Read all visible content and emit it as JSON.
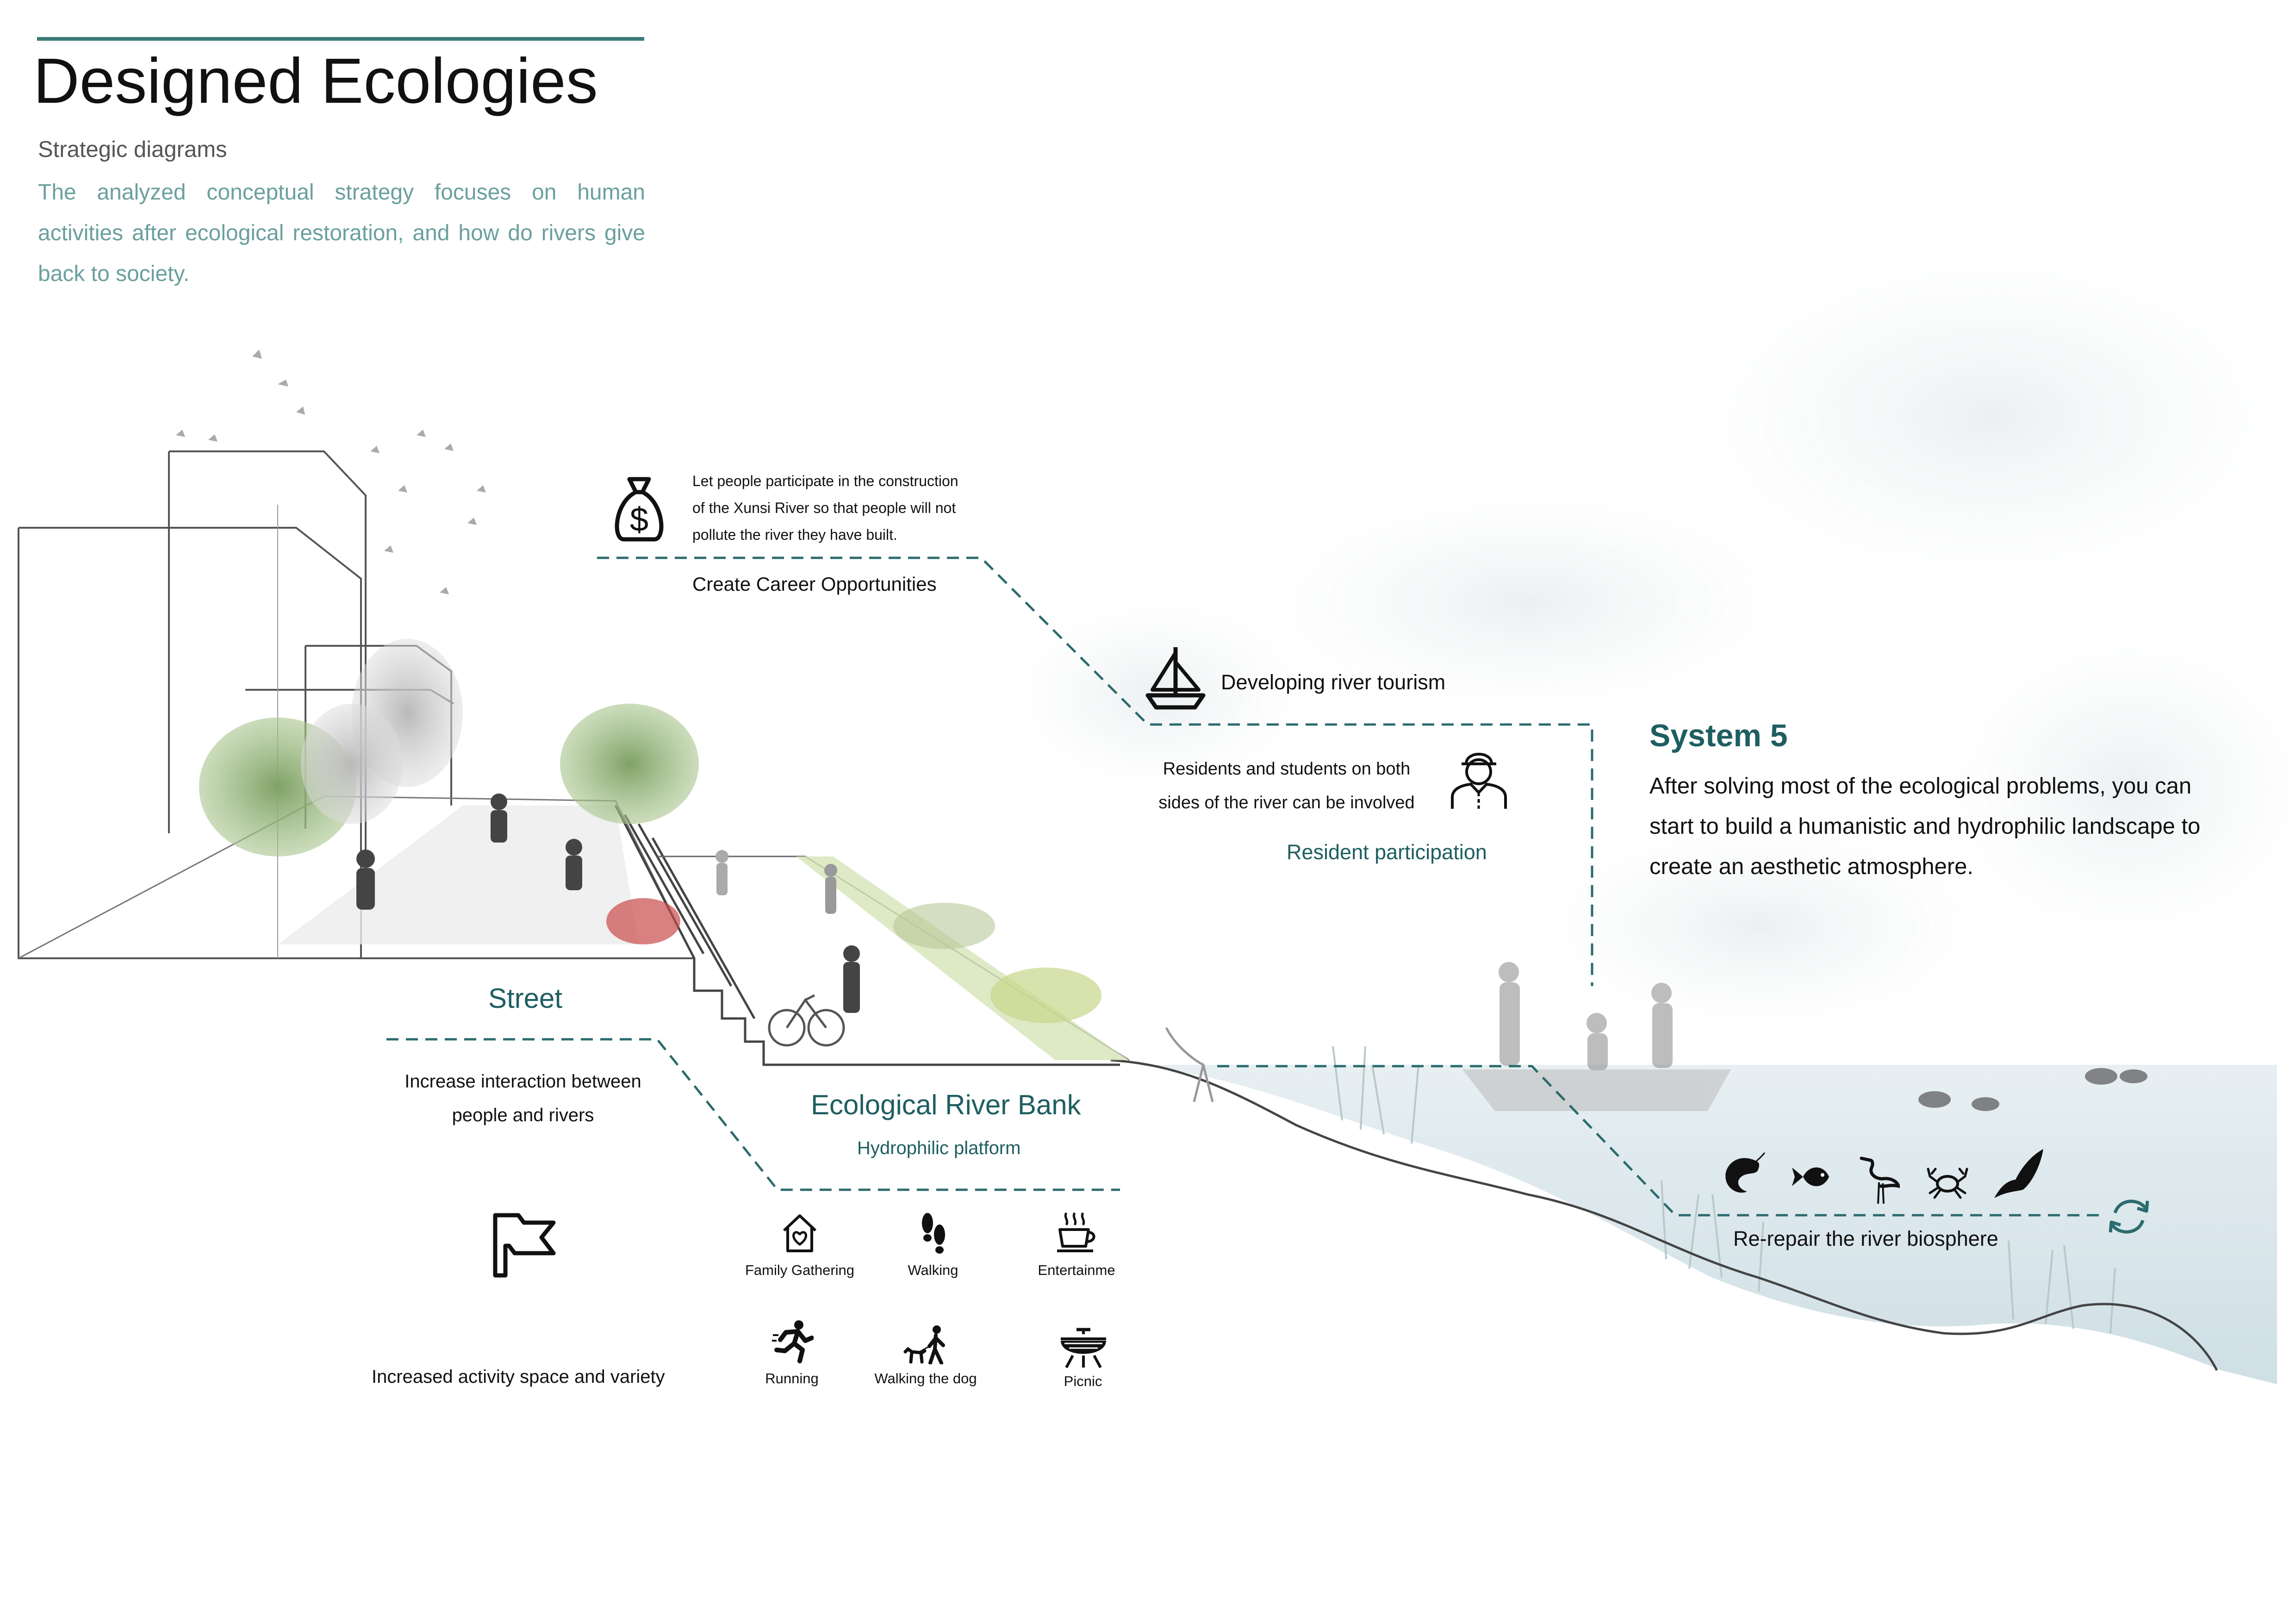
{
  "header": {
    "title": "Designed Ecologies",
    "subtitle": "Strategic diagrams",
    "intro": "The analyzed conceptual strategy focuses on human activities after ecological restoration, and how do rivers give back to society."
  },
  "career": {
    "note_lines": [
      "Let people participate in the construction",
      "of the Xunsi River so that people will not",
      "pollute the river they have built."
    ],
    "label": "Create Career Opportunities",
    "icon": "money-bag-icon"
  },
  "tourism": {
    "label": "Developing river tourism",
    "icon": "sailboat-icon"
  },
  "resident": {
    "note_lines": [
      "Residents and students on both",
      "sides of the river can be involved"
    ],
    "label": "Resident participation",
    "icon": "person-icon"
  },
  "system": {
    "title": "System 5",
    "body_lines": [
      "After solving most of the ecological problems, you can",
      "start to build a humanistic and hydrophilic landscape to",
      "create an aesthetic atmosphere."
    ]
  },
  "street": {
    "label": "Street",
    "note_lines": [
      "Increase interaction between",
      "people and rivers"
    ],
    "flag_icon": "flag-icon",
    "activity_note": "Increased activity space and variety"
  },
  "riverbank": {
    "label": "Ecological River Bank",
    "sublabel": "Hydrophilic platform",
    "activities": [
      {
        "label": "Family Gathering",
        "icon": "house-heart-icon"
      },
      {
        "label": "Walking",
        "icon": "footprints-icon"
      },
      {
        "label": "Entertainme",
        "icon": "coffee-cup-icon"
      },
      {
        "label": "Running",
        "icon": "runner-icon"
      },
      {
        "label": "Walking the dog",
        "icon": "dog-walker-icon"
      },
      {
        "label": "Picnic",
        "icon": "grill-icon"
      }
    ]
  },
  "biosphere": {
    "label": "Re-repair the river biosphere",
    "icons": [
      "shrimp-icon",
      "fish-icon",
      "heron-icon",
      "crab-icon",
      "bird-icon",
      "cycle-icon"
    ]
  },
  "colors": {
    "accent": "#1e5e61",
    "intro_text": "#6aa09d",
    "dashed_line": "#2b6b6e",
    "water": "#dfeaee"
  }
}
